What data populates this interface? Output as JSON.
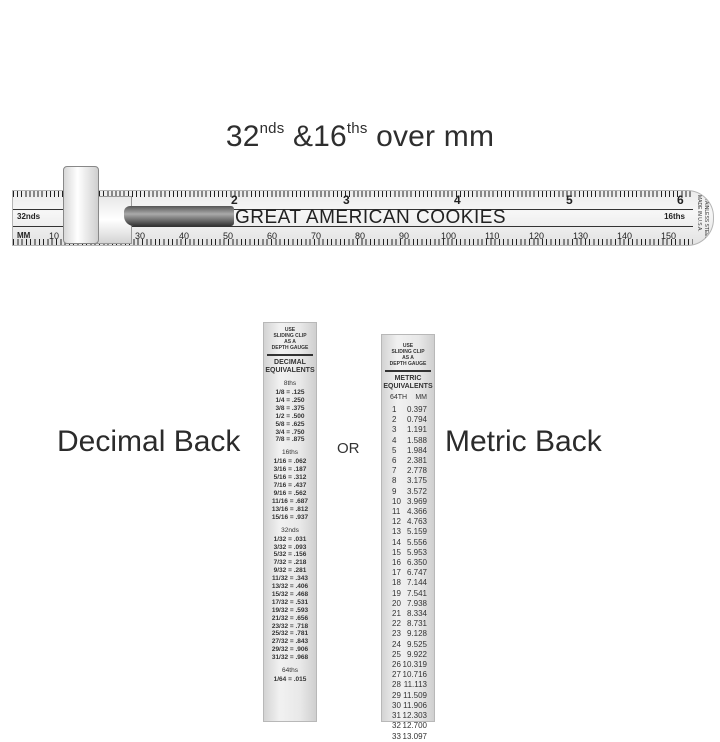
{
  "title": {
    "part1": "32",
    "sup1": "nds",
    "part2": " &16",
    "sup2": "ths",
    "part3": " over mm"
  },
  "ruler": {
    "top_scale_label": "32nds",
    "end_scale_label": "16ths",
    "mm_label": "MM",
    "inch_numbers": [
      "2",
      "3",
      "4",
      "5",
      "6"
    ],
    "mm_numbers": [
      "10",
      "30",
      "40",
      "50",
      "60",
      "70",
      "80",
      "90",
      "100",
      "110",
      "120",
      "130",
      "140",
      "150"
    ],
    "imprint": "GREAT AMERICAN COOKIES",
    "stamp": "STAINLESS STEEL MADE IN U.S.A."
  },
  "labels": {
    "decimal_back": "Decimal Back",
    "or": "OR",
    "metric_back": "Metric Back"
  },
  "decimal_strip": {
    "instructions": [
      "USE",
      "SLIDING CLIP",
      "AS A",
      "DEPTH GAUGE"
    ],
    "heading": [
      "DECIMAL",
      "EQUIVALENTS"
    ],
    "sections": [
      {
        "title": "8ths",
        "rows": [
          "1/8 = .125",
          "1/4 = .250",
          "3/8 = .375",
          "1/2 = .500",
          "5/8 = .625",
          "3/4 = .750",
          "7/8 = .875"
        ]
      },
      {
        "title": "16ths",
        "rows": [
          "1/16 = .062",
          "3/16 = .187",
          "5/16 = .312",
          "7/16 = .437",
          "9/16 = .562",
          "11/16 = .687",
          "13/16 = .812",
          "15/16 = .937"
        ]
      },
      {
        "title": "32nds",
        "rows": [
          "1/32 = .031",
          "3/32 = .093",
          "5/32 = .156",
          "7/32 = .218",
          "9/32 = .281",
          "11/32 = .343",
          "13/32 = .406",
          "15/32 = .468",
          "17/32 = .531",
          "19/32 = .593",
          "21/32 = .656",
          "23/32 = .718",
          "25/32 = .781",
          "27/32 = .843",
          "29/32 = .906",
          "31/32 = .968"
        ]
      },
      {
        "title": "64ths",
        "rows": [
          "1/64 = .015"
        ]
      }
    ]
  },
  "metric_strip": {
    "instructions": [
      "USE",
      "SLIDING CLIP",
      "AS A",
      "DEPTH GAUGE"
    ],
    "heading": [
      "METRIC",
      "EQUIVALENTS"
    ],
    "col_headers": [
      "64TH",
      "MM"
    ],
    "rows": [
      [
        "1",
        "0.397"
      ],
      [
        "2",
        "0.794"
      ],
      [
        "3",
        "1.191"
      ],
      [
        "4",
        "1.588"
      ],
      [
        "5",
        "1.984"
      ],
      [
        "6",
        "2.381"
      ],
      [
        "7",
        "2.778"
      ],
      [
        "8",
        "3.175"
      ],
      [
        "9",
        "3.572"
      ],
      [
        "10",
        "3.969"
      ],
      [
        "11",
        "4.366"
      ],
      [
        "12",
        "4.763"
      ],
      [
        "13",
        "5.159"
      ],
      [
        "14",
        "5.556"
      ],
      [
        "15",
        "5.953"
      ],
      [
        "16",
        "6.350"
      ],
      [
        "17",
        "6.747"
      ],
      [
        "18",
        "7.144"
      ],
      [
        "19",
        "7.541"
      ],
      [
        "20",
        "7.938"
      ],
      [
        "21",
        "8.334"
      ],
      [
        "22",
        "8.731"
      ],
      [
        "23",
        "9.128"
      ],
      [
        "24",
        "9.525"
      ],
      [
        "25",
        "9.922"
      ],
      [
        "26",
        "10.319"
      ],
      [
        "27",
        "10.716"
      ],
      [
        "28",
        "11.113"
      ],
      [
        "29",
        "11.509"
      ],
      [
        "30",
        "11.906"
      ],
      [
        "31",
        "12.303"
      ],
      [
        "32",
        "12.700"
      ],
      [
        "33",
        "13.097"
      ]
    ]
  }
}
